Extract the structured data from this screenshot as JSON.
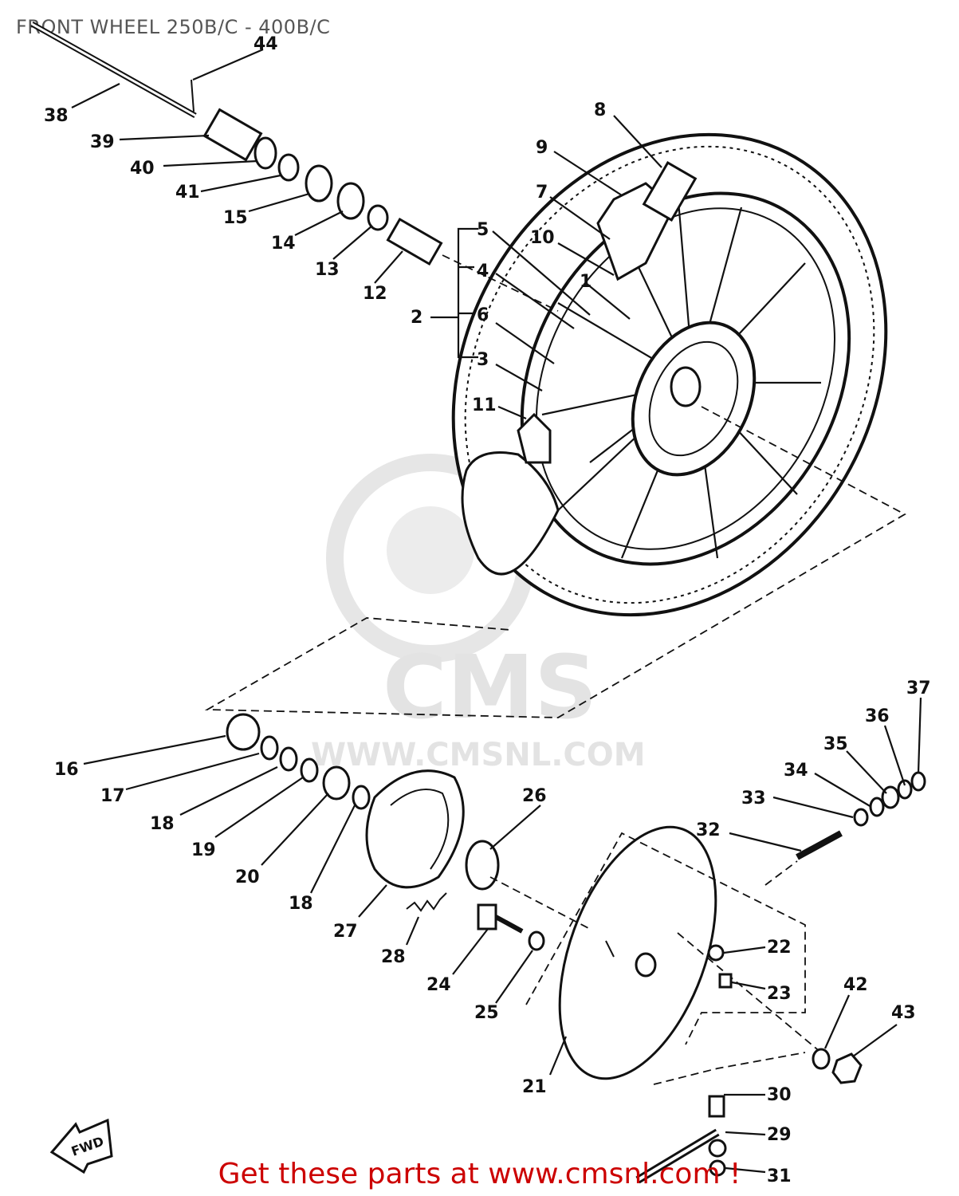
{
  "title": "FRONT WHEEL 250B/C - 400B/C",
  "footer": "Get these parts at www.cmsnl.com !",
  "watermark": {
    "brand": "CMS",
    "url": "WWW.CMSNL.COM"
  },
  "fwd_mark": "FWD",
  "parts": [
    {
      "id": "p1",
      "n": "1"
    },
    {
      "id": "p2",
      "n": "2"
    },
    {
      "id": "p3",
      "n": "3"
    },
    {
      "id": "p4",
      "n": "4"
    },
    {
      "id": "p5",
      "n": "5"
    },
    {
      "id": "p6",
      "n": "6"
    },
    {
      "id": "p7",
      "n": "7"
    },
    {
      "id": "p8",
      "n": "8"
    },
    {
      "id": "p9",
      "n": "9"
    },
    {
      "id": "p10",
      "n": "10"
    },
    {
      "id": "p11",
      "n": "11"
    },
    {
      "id": "p12",
      "n": "12"
    },
    {
      "id": "p13",
      "n": "13"
    },
    {
      "id": "p14",
      "n": "14"
    },
    {
      "id": "p15",
      "n": "15"
    },
    {
      "id": "p16",
      "n": "16"
    },
    {
      "id": "p17",
      "n": "17"
    },
    {
      "id": "p18a",
      "n": "18"
    },
    {
      "id": "p18b",
      "n": "18"
    },
    {
      "id": "p19",
      "n": "19"
    },
    {
      "id": "p20",
      "n": "20"
    },
    {
      "id": "p21",
      "n": "21"
    },
    {
      "id": "p22",
      "n": "22"
    },
    {
      "id": "p23",
      "n": "23"
    },
    {
      "id": "p24",
      "n": "24"
    },
    {
      "id": "p25",
      "n": "25"
    },
    {
      "id": "p26",
      "n": "26"
    },
    {
      "id": "p27",
      "n": "27"
    },
    {
      "id": "p28",
      "n": "28"
    },
    {
      "id": "p29",
      "n": "29"
    },
    {
      "id": "p30",
      "n": "30"
    },
    {
      "id": "p31",
      "n": "31"
    },
    {
      "id": "p32",
      "n": "32"
    },
    {
      "id": "p33",
      "n": "33"
    },
    {
      "id": "p34",
      "n": "34"
    },
    {
      "id": "p35",
      "n": "35"
    },
    {
      "id": "p36",
      "n": "36"
    },
    {
      "id": "p37",
      "n": "37"
    },
    {
      "id": "p38",
      "n": "38"
    },
    {
      "id": "p39",
      "n": "39"
    },
    {
      "id": "p40",
      "n": "40"
    },
    {
      "id": "p41",
      "n": "41"
    },
    {
      "id": "p42",
      "n": "42"
    },
    {
      "id": "p43",
      "n": "43"
    },
    {
      "id": "p44",
      "n": "44"
    }
  ]
}
